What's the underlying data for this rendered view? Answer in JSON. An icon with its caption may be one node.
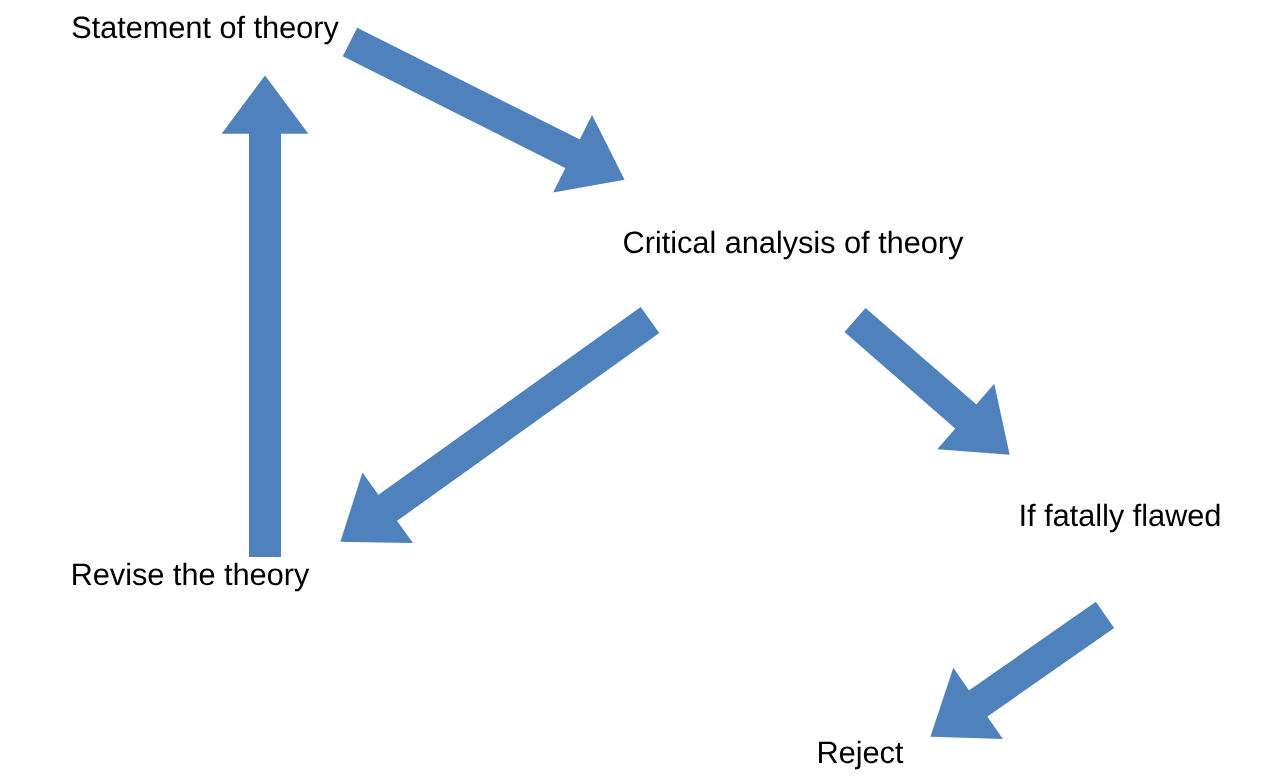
{
  "diagram": {
    "nodes": [
      {
        "text": [
          "Statement of theory"
        ]
      },
      {
        "text": [
          "Critical analysis of theory"
        ]
      },
      {
        "text": [
          "Revise the theory"
        ]
      },
      {
        "text": [
          "If fatally flawed"
        ]
      },
      {
        "text": [
          "Reject"
        ]
      }
    ],
    "edges": [
      {
        "from": 0,
        "to": 1,
        "arrow": "to"
      },
      {
        "from": 1,
        "to": 2,
        "arrow": "to"
      },
      {
        "from": 2,
        "to": 0,
        "arrow": "to"
      },
      {
        "from": 1,
        "to": 3,
        "arrow": "to"
      },
      {
        "from": 3,
        "to": 4,
        "arrow": "to"
      }
    ]
  }
}
